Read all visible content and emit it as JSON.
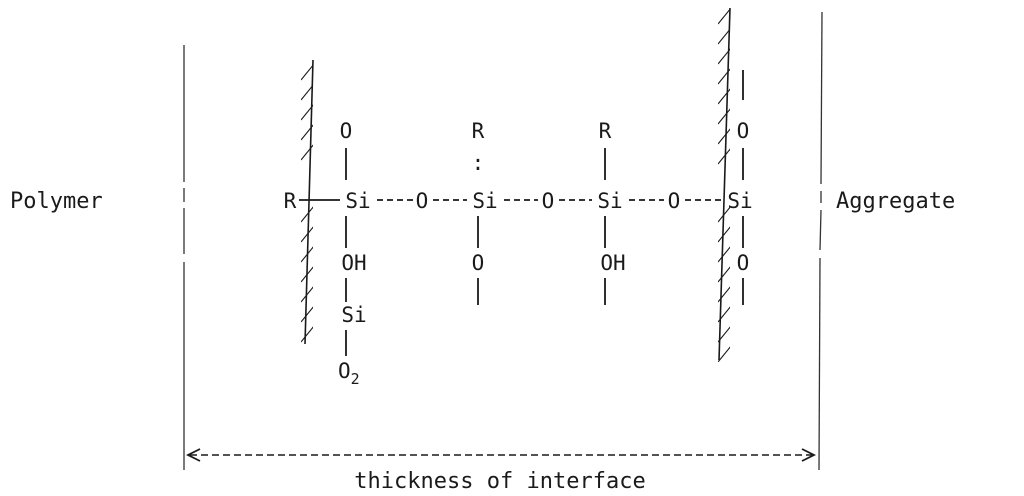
{
  "labels": {
    "polymer": "Polymer",
    "aggregate": "Aggregate",
    "thickness": "thickness of interface"
  },
  "chain": {
    "r_end": "R",
    "si_1": "Si",
    "o_1": "O",
    "si_2": "Si",
    "o_2": "O",
    "si_3": "Si",
    "o_3": "O",
    "si_4": "Si"
  },
  "substituents": {
    "above_si_1": "O",
    "above_si_2": "R",
    "above_si_2_bond": ":",
    "above_si_3": "R",
    "above_si_4": "O",
    "below_si_1": "OH",
    "below_si_1_chain": "Si",
    "below_si_1_end": "O",
    "below_si_1_end_subscript": "2",
    "below_si_2": "O",
    "below_si_3": "OH",
    "below_si_4": "O"
  }
}
